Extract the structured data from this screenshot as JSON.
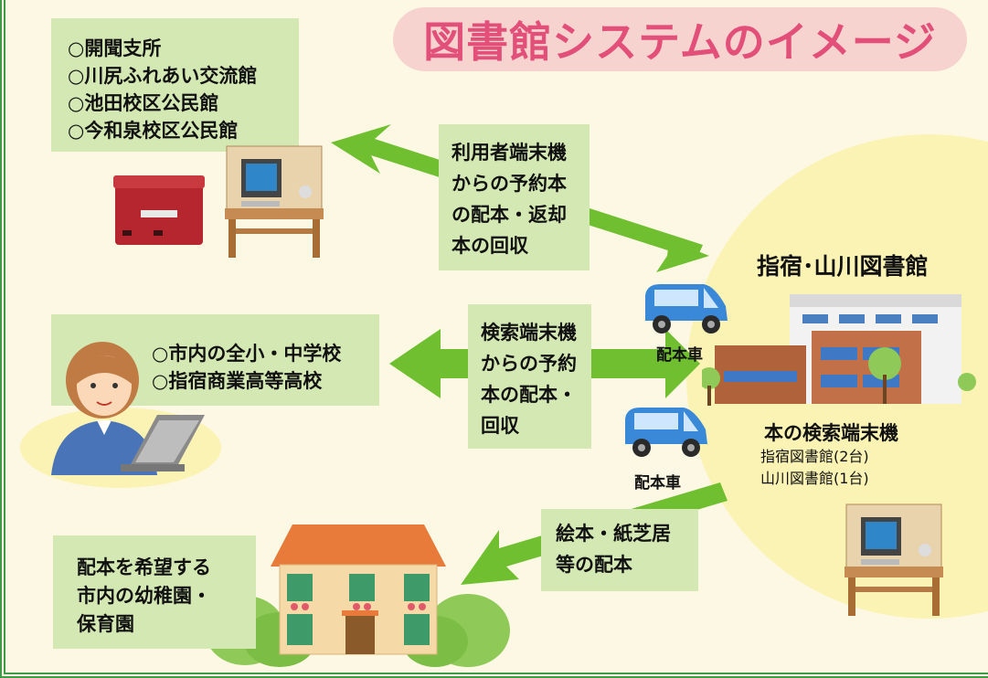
{
  "title": "図書館システムのイメージ",
  "branches_box": {
    "items": "○開聞支所\n○川尻ふれあい交流館\n○池田校区公民館\n○今和泉校区公民館"
  },
  "schools_box": {
    "items": "○市内の全小・中学校\n○指宿商業高等高校"
  },
  "kindergarten_box": {
    "text": "配本を希望する\n市内の幼稚園・\n保育園"
  },
  "reservation_terminal_box": {
    "text": "利用者端末機\nからの予約本\nの配本・返却\n本の回収"
  },
  "search_terminal_box": {
    "text": "検索端末機\nからの予約\n本の配本・\n回収"
  },
  "picture_books_box": {
    "text": "絵本・紙芝居\n等の配本"
  },
  "library": {
    "name": "指宿･山川図書館",
    "terminal_heading": "本の検索端末機",
    "terminal_ibusuki": "指宿図書館(2台)",
    "terminal_yamakawa": "山川図書館(1台)"
  },
  "vans": {
    "label_top": "配本車",
    "label_bottom": "配本車"
  },
  "colors": {
    "arrow": "#6fbf30",
    "box": "#d4e8b3",
    "title": "#e2507a",
    "title_bg": "#f7d3d0",
    "circle": "#fbf3b3",
    "border": "#3f9a4a",
    "van": "#3a88d8"
  },
  "icons": [
    "mailbox-icon",
    "computer-desk-icon",
    "user-at-laptop-icon",
    "delivery-van-icon",
    "library-building-icon",
    "house-icon"
  ]
}
